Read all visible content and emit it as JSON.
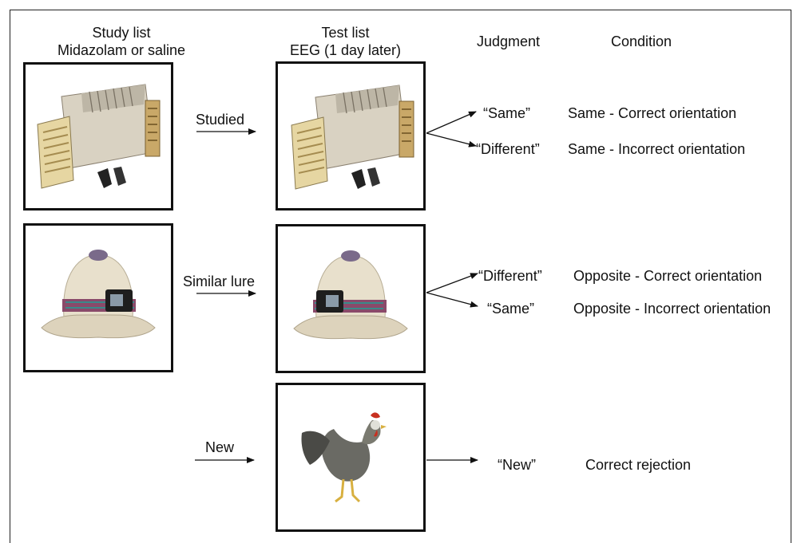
{
  "headers": {
    "study_line1": "Study list",
    "study_line2": "Midazolam or saline",
    "test_line1": "Test list",
    "test_line2": "EEG (1 day later)",
    "judgment": "Judgment",
    "condition": "Condition"
  },
  "rows": [
    {
      "image": "accordion",
      "arrow_label": "Studied",
      "judgments": [
        "“Same”",
        "“Different”"
      ],
      "conditions": [
        "Same - Correct orientation",
        "Same - Incorrect orientation"
      ]
    },
    {
      "image": "pith-helmet",
      "arrow_label": "Similar lure",
      "judgments": [
        "“Different”",
        "“Same”"
      ],
      "conditions": [
        "Opposite - Correct orientation",
        "Opposite - Incorrect orientation"
      ]
    },
    {
      "image": "rooster",
      "arrow_label": "New",
      "judgments": [
        "“New”"
      ],
      "conditions": [
        "Correct rejection"
      ]
    }
  ]
}
